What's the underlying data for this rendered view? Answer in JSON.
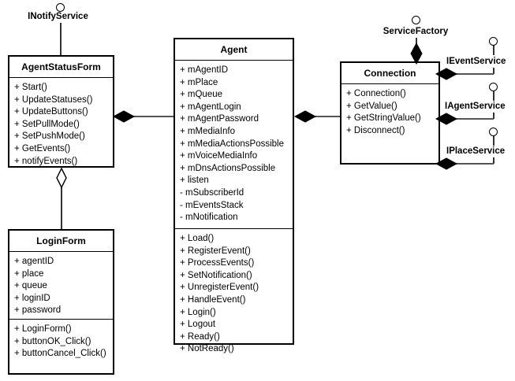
{
  "diagram": {
    "title": "UML Class Diagram",
    "type": "uml-class-diagram",
    "line_color": "#555555",
    "border_color": "#000000",
    "background": "#ffffff"
  },
  "classes": {
    "agent_status_form": {
      "name": "AgentStatusForm",
      "attributes": [],
      "operations": [
        "+ Start()",
        "+ UpdateStatuses()",
        "+ UpdateButtons()",
        "+ SetPullMode()",
        "+ SetPushMode()",
        "+ GetEvents()",
        "+ notifyEvents()"
      ]
    },
    "login_form": {
      "name": "LoginForm",
      "attributes": [
        "+ agentID",
        "+ place",
        "+ queue",
        "+ loginID",
        "+ password"
      ],
      "operations": [
        "+ LoginForm()",
        "+ buttonOK_Click()",
        "+ buttonCancel_Click()"
      ]
    },
    "agent": {
      "name": "Agent",
      "attributes": [
        "+  mAgentID",
        "+ mPlace",
        "+ mQueue",
        "+ mAgentLogin",
        "+ mAgentPassword",
        "+ mMediaInfo",
        "+ mMediaActionsPossible",
        "+ mVoiceMediaInfo",
        "+ mDnsActionsPossible",
        "+ listen",
        "- mSubscriberId",
        "- mEventsStack",
        "- mNotification"
      ],
      "operations": [
        "+ Load()",
        "+ RegisterEvent()",
        "+ ProcessEvents()",
        "+ SetNotification()",
        "+ UnregisterEvent()",
        "+ HandleEvent()",
        "+ Login()",
        "+ Logout",
        "+ Ready()",
        "+ NotReady()"
      ]
    },
    "connection": {
      "name": "Connection",
      "attributes": [],
      "operations": [
        "+ Connection()",
        "+ GetValue()",
        "+ GetStringValue()",
        "+ Disconnect()"
      ]
    }
  },
  "interfaces": {
    "notify_service": {
      "label": "INotifyService"
    },
    "service_factory": {
      "label": "ServiceFactory"
    },
    "event_service": {
      "label": "IEventService"
    },
    "agent_service": {
      "label": "IAgentService"
    },
    "place_service": {
      "label": "IPlaceService"
    }
  }
}
